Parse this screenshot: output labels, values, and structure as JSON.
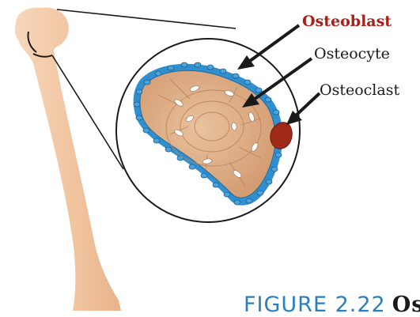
{
  "labels": {
    "osteoblast": "Osteoblast",
    "osteocyte": "Osteocyte",
    "osteoclast": "Osteoclast"
  },
  "caption": {
    "figure": "FIGURE 2.22",
    "tail": "Ost"
  },
  "colors": {
    "bone": "#f3c9a6",
    "tissue": "#dcaa80",
    "osteoblast_blue": "#2f8fcf",
    "osteoclast_red": "#9e2a17",
    "highlight_label": "#a8201a",
    "caption_blue": "#2a7fc0"
  }
}
